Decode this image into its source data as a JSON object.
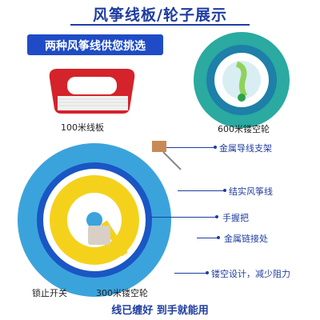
{
  "header": {
    "title": "风筝线板/轮子展示"
  },
  "ribbon": {
    "text": "两种风筝线供您挑选"
  },
  "captions": {
    "board": "100米线板",
    "small_reel": "600米镂空轮",
    "big_reel": "300米镂空轮",
    "lock_switch": "锁止开关"
  },
  "callouts": {
    "guide_bracket": "金属导线支架",
    "strong_line": "结实风筝线",
    "handle": "手握把",
    "metal_link": "金属链接处",
    "hollow_design": "镂空设计，减少阻力"
  },
  "footer": {
    "text": "线已缠好 到手就能用"
  },
  "colors": {
    "accent": "#1f3da0",
    "reel_blue": "#3ba3dc",
    "reel_yellow": "#f4d21c",
    "reel_teal": "#2aaaa0",
    "board_red": "#d4232a"
  }
}
